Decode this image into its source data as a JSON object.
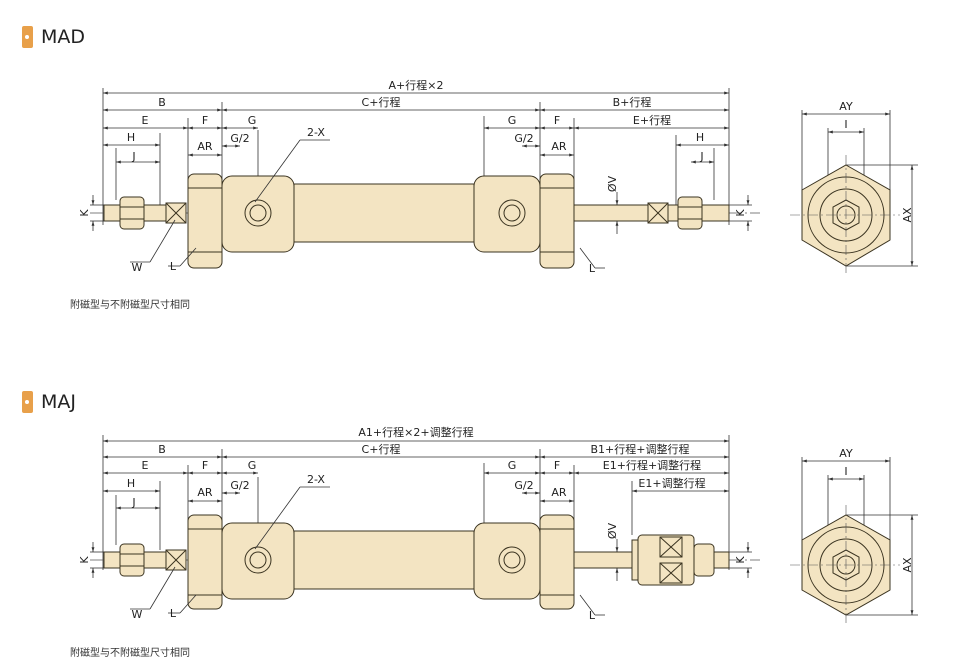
{
  "sections": [
    {
      "title": "MAD",
      "note": "附磁型与不附磁型尺寸相同",
      "dims": {
        "total": "A+行程×2",
        "b": "B",
        "c": "C+行程",
        "b_right": "B+行程",
        "e": "E",
        "f": "F",
        "g": "G",
        "g_right": "G",
        "f_right": "F",
        "e_right": "E+行程",
        "h": "H",
        "ar": "AR",
        "g2": "G/2",
        "x": "2-X",
        "g2_right": "G/2",
        "ar_right": "AR",
        "h_right": "H",
        "j": "J",
        "j_right": "J",
        "k": "K",
        "k_right": "K",
        "ov": "ØV",
        "w": "W",
        "l": "L",
        "l_right": "L",
        "ay": "AY",
        "i": "I",
        "ax": "AX"
      }
    },
    {
      "title": "MAJ",
      "note": "附磁型与不附磁型尺寸相同",
      "dims": {
        "total": "A1+行程×2+调整行程",
        "b": "B",
        "c": "C+行程",
        "b_right": "B1+行程+调整行程",
        "e": "E",
        "f": "F",
        "g": "G",
        "g_right": "G",
        "f_right": "F",
        "e_right": "E1+行程+调整行程",
        "e1_adj": "E1+调整行程",
        "h": "H",
        "ar": "AR",
        "g2": "G/2",
        "x": "2-X",
        "g2_right": "G/2",
        "ar_right": "AR",
        "j": "J",
        "k": "K",
        "k_right": "K",
        "ov": "ØV",
        "w": "W",
        "l": "L",
        "l_right": "L",
        "ay": "AY",
        "i": "I",
        "ax": "AX"
      }
    }
  ],
  "colors": {
    "body_fill": "#f3e4c2",
    "body_stroke": "#3a3320",
    "line": "#333333",
    "tag": "#e8a04a"
  }
}
